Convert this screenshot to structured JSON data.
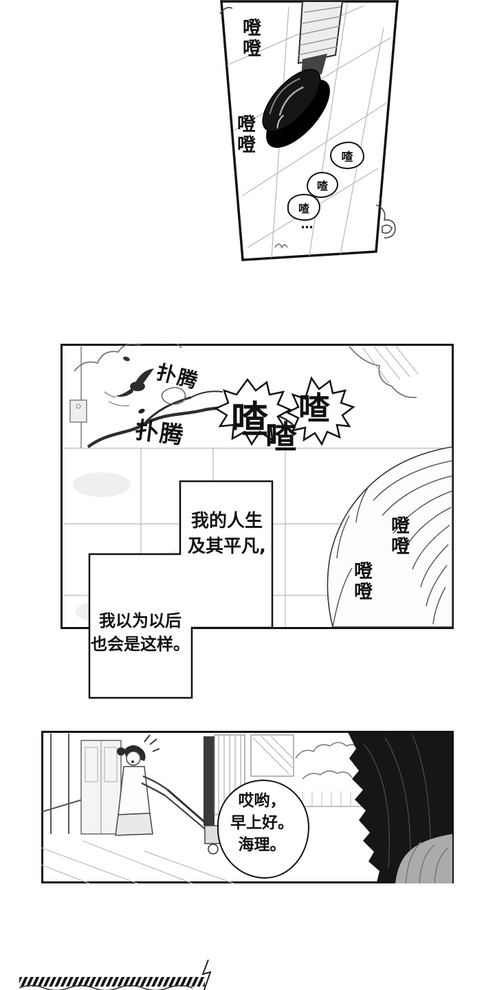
{
  "meta": {
    "ink": "#111111",
    "paper": "#ffffff"
  },
  "panel1": {
    "sfx_steps_top": "噔噔",
    "sfx_steps_mid": "噔噔",
    "chirp_bubble_1": "喳",
    "chirp_bubble_2": "喳",
    "chirp_bubble_3": "喳",
    "chirp_trail_dots": "…"
  },
  "panel2": {
    "sfx_flap_top": "扑腾",
    "sfx_flap_bottom": "扑腾",
    "sfx_chirp_big_1": "喳",
    "sfx_chirp_big_2": "喳",
    "sfx_chirp_big_3": "喳",
    "sfx_steps_1": "噔噔",
    "sfx_steps_2": "噔噔",
    "caption_a_line1": "我的人生",
    "caption_a_line2": "及其平凡,",
    "caption_b_line1": "我以为以后",
    "caption_b_line2": "也会是这样。"
  },
  "panel3": {
    "speech_line1": "哎哟，",
    "speech_line2": "早上好。",
    "speech_line3": "海理。"
  }
}
